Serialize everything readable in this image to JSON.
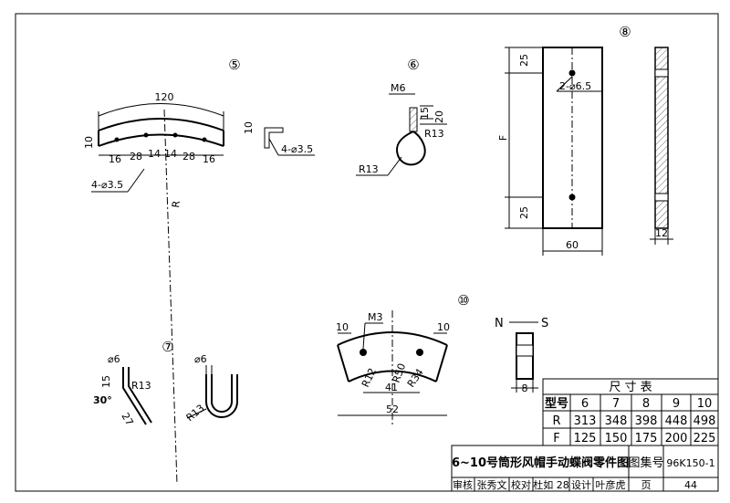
{
  "parts": {
    "p5": {
      "number": "⑤",
      "arc_len": "120",
      "width": "10",
      "spacing": [
        "16",
        "28",
        "14",
        "14",
        "28",
        "16"
      ],
      "holes": "4-⌀3.5",
      "radius": "R",
      "side_h": "10",
      "side_holes": "4-⌀3.5"
    },
    "p6": {
      "number": "⑥",
      "thread": "M6",
      "d1": "15",
      "d2": "20",
      "r1": "R13",
      "r2": "R13"
    },
    "p7": {
      "number": "⑦",
      "dia1": "⌀6",
      "l15": "15",
      "r13a": "R13",
      "angle": "30°",
      "l27": "27",
      "dia2": "⌀6",
      "r13b": "R13"
    },
    "p8": {
      "number": "⑧",
      "top": "25",
      "holes": "2-⌀6.5",
      "height": "F",
      "bottom": "25",
      "width": "60",
      "thick": "12"
    },
    "p10": {
      "number": "⑩",
      "w1": "10",
      "thread": "M3",
      "w2": "10",
      "r12": "R12",
      "r50": "R50",
      "r34": "R34",
      "d41": "41",
      "d52": "52",
      "ns_n": "N",
      "ns_s": "S",
      "side_w": "8"
    }
  },
  "size_table": {
    "title": "尺   寸   表",
    "header": [
      "型号",
      "6",
      "7",
      "8",
      "9",
      "10"
    ],
    "rows": [
      [
        "R",
        "313",
        "348",
        "398",
        "448",
        "498"
      ],
      [
        "F",
        "125",
        "150",
        "175",
        "200",
        "225"
      ]
    ]
  },
  "title_block": {
    "title": "6~10号筒形风帽手动蝶阀零件图",
    "atlas_label": "图集号",
    "atlas_no": "96K150-1",
    "review": "审核",
    "reviewer": "张秀文",
    "check": "校对",
    "checker": "杜如 28",
    "design": "设计",
    "designer": "叶彦虎",
    "page_label": "页",
    "page_no": "44"
  }
}
